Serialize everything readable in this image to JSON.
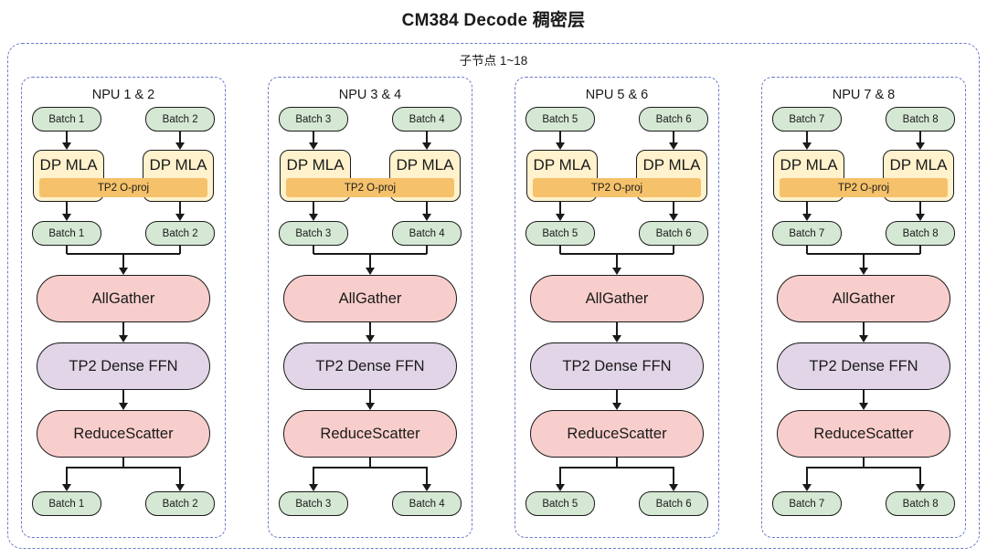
{
  "title": "CM384 Decode 稠密层",
  "cluster_label": "子节点 1~18",
  "colors": {
    "dashed_border": "#6b79cc",
    "batch_fill": "#d5e8d4",
    "mla_fill": "#fff2cc",
    "oproj_fill": "#f5c26b",
    "allgather_fill": "#f8cecc",
    "ffn_fill": "#e1d5e7",
    "reducescatter_fill": "#f8cecc",
    "line": "#1a1a1a"
  },
  "panels": [
    {
      "title": "NPU 1 & 2",
      "batch_left": "Batch 1",
      "batch_right": "Batch 2",
      "mla_label": "DP MLA",
      "oproj_label": "TP2 O-proj",
      "allgather_label": "AllGather",
      "ffn_label": "TP2 Dense FFN",
      "reducescatter_label": "ReduceScatter"
    },
    {
      "title": "NPU 3 & 4",
      "batch_left": "Batch 3",
      "batch_right": "Batch 4",
      "mla_label": "DP MLA",
      "oproj_label": "TP2 O-proj",
      "allgather_label": "AllGather",
      "ffn_label": "TP2 Dense FFN",
      "reducescatter_label": "ReduceScatter"
    },
    {
      "title": "NPU 5 & 6",
      "batch_left": "Batch 5",
      "batch_right": "Batch 6",
      "mla_label": "DP MLA",
      "oproj_label": "TP2 O-proj",
      "allgather_label": "AllGather",
      "ffn_label": "TP2 Dense FFN",
      "reducescatter_label": "ReduceScatter"
    },
    {
      "title": "NPU 7 & 8",
      "batch_left": "Batch 7",
      "batch_right": "Batch 8",
      "mla_label": "DP MLA",
      "oproj_label": "TP2 O-proj",
      "allgather_label": "AllGather",
      "ffn_label": "TP2 Dense FFN",
      "reducescatter_label": "ReduceScatter"
    }
  ]
}
